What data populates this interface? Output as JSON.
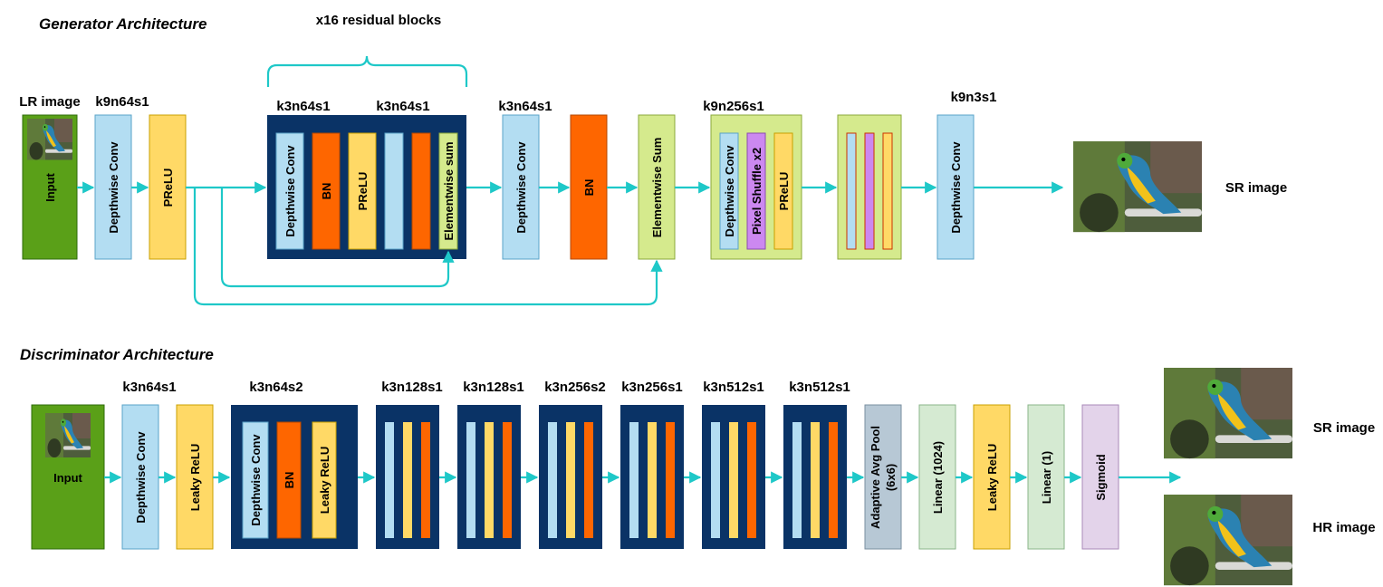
{
  "generator": {
    "title": "Generator Architecture",
    "residual_brace": "x16 residual blocks",
    "input_caption": "LR image",
    "output_caption": "SR image",
    "labels": {
      "k9n64s1": "k9n64s1",
      "res_a": "k3n64s1",
      "res_b": "k3n64s1",
      "post_res": "k3n64s1",
      "upsample": "k9n256s1",
      "final": "k9n3s1"
    },
    "blocks": {
      "input": "Input",
      "conv1": "Depthwise Conv",
      "prelu1": "PReLU",
      "res_conv": "Depthwise Conv",
      "res_bn": "BN",
      "res_prelu": "PReLU",
      "res_sum": "Elementwise sum",
      "conv2": "Depthwise Conv",
      "bn2": "BN",
      "sum2": "Elementwise Sum",
      "up_conv": "Depthwise Conv",
      "up_shuffle": "Pixel Shuffle x2",
      "up_prelu": "PReLU",
      "conv_final": "Depthwise Conv"
    }
  },
  "discriminator": {
    "title": "Discriminator Architecture",
    "sr_caption": "SR image",
    "hr_caption": "HR image",
    "labels": {
      "l1": "k3n64s1",
      "l2": "k3n64s2",
      "l3": "k3n128s1",
      "l4": "k3n128s1",
      "l5": "k3n256s2",
      "l6": "k3n256s1",
      "l7": "k3n512s1",
      "l8": "k3n512s1"
    },
    "blocks": {
      "input": "Input",
      "conv1": "Depthwise Conv",
      "lrelu1": "Leaky ReLU",
      "conv2": "Depthwise Conv",
      "bn2": "BN",
      "lrelu2": "Leaky ReLU",
      "pool": "Adaptive Avg Pool",
      "pool_size": "(6x6)",
      "linear1": "Linear (1024)",
      "lrelu3": "Leaky ReLU",
      "linear2": "Linear (1)",
      "sigmoid": "Sigmoid"
    }
  },
  "colors": {
    "navy": "#0a3366",
    "conv": "#b3ddf2",
    "bn": "#fe6600",
    "prelu": "#ffd966",
    "sum": "#d5ea8d",
    "input": "#5aa018",
    "shuffle": "#cc88f0",
    "pool": "#b7c8d5",
    "linear": "#d5ead2",
    "sigmoid": "#e3d3ea",
    "arrow": "#1ec8c8"
  },
  "icons": {
    "parrot": "parrot-photo-icon"
  }
}
